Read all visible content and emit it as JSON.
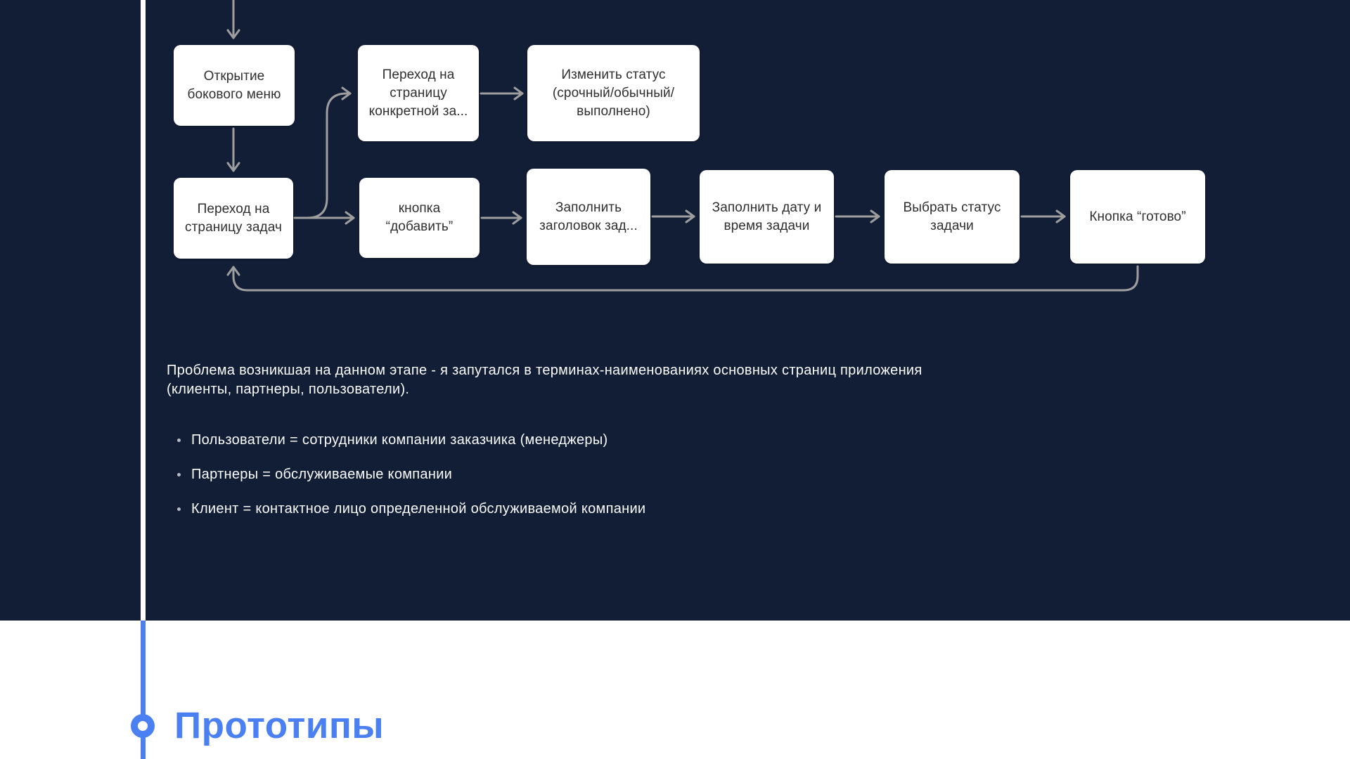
{
  "theme": {
    "background_dark": "#121E36",
    "background_light": "#FFFFFF",
    "node_background": "#FFFFFF",
    "node_text_color": "#2F2F2F",
    "arrow_color": "#9E9E9E",
    "timeline_line_top": "#FFFFFF",
    "accent_blue": "#4B80F2",
    "note_text_color": "#FAFBFD"
  },
  "flowchart": {
    "nodes": [
      {
        "id": "open-side-menu",
        "label": "Открытие\nбокового меню"
      },
      {
        "id": "go-specific-task-page",
        "label": "Переход на\nстраницу\nконкретной за..."
      },
      {
        "id": "change-status",
        "label": "Изменить статус\n(срочный/обычный/\nвыполнено)"
      },
      {
        "id": "go-tasks-page",
        "label": "Переход на\nстраницу задач"
      },
      {
        "id": "add-button",
        "label": "кнопка\n“добавить”"
      },
      {
        "id": "fill-task-title",
        "label": "Заполнить\nзаголовок зад..."
      },
      {
        "id": "fill-date-time",
        "label": "Заполнить дату и\nвремя задачи"
      },
      {
        "id": "choose-task-status",
        "label": "Выбрать статус\nзадачи"
      },
      {
        "id": "done-button",
        "label": "Кнопка “готово”"
      }
    ]
  },
  "notes": {
    "paragraph": "Проблема возникшая на данном этапе - я запутался в терминах-наименованиях основных страниц приложения\n(клиенты, партнеры, пользователи).",
    "bullets": [
      "Пользователи = сотрудники компании заказчика (менеджеры)",
      "Партнеры = обслуживаемые компании",
      "Клиент = контактное лицо определенной обслуживаемой компании"
    ]
  },
  "section": {
    "title": "Прототипы"
  }
}
